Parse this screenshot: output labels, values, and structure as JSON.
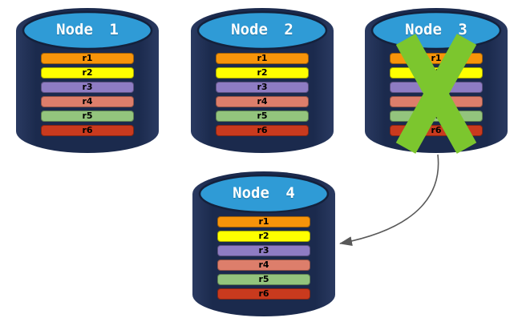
{
  "diagram": {
    "nodes": [
      {
        "label": "Node 1",
        "failed": false,
        "rows": [
          {
            "label": "r1",
            "color": "#F7940A"
          },
          {
            "label": "r2",
            "color": "#FEFF00"
          },
          {
            "label": "r3",
            "color": "#8E7CC3"
          },
          {
            "label": "r4",
            "color": "#DD7E6B"
          },
          {
            "label": "r5",
            "color": "#93C47D"
          },
          {
            "label": "r6",
            "color": "#C93A1E"
          }
        ]
      },
      {
        "label": "Node 2",
        "failed": false,
        "rows": [
          {
            "label": "r1",
            "color": "#F7940A"
          },
          {
            "label": "r2",
            "color": "#FEFF00"
          },
          {
            "label": "r3",
            "color": "#8E7CC3"
          },
          {
            "label": "r4",
            "color": "#DD7E6B"
          },
          {
            "label": "r5",
            "color": "#93C47D"
          },
          {
            "label": "r6",
            "color": "#C93A1E"
          }
        ]
      },
      {
        "label": "Node 3",
        "failed": true,
        "rows": [
          {
            "label": "r1",
            "color": "#F7940A"
          },
          {
            "label": "r2",
            "color": "#FEFF00"
          },
          {
            "label": "r3",
            "color": "#8E7CC3"
          },
          {
            "label": "r4",
            "color": "#DD7E6B"
          },
          {
            "label": "r5",
            "color": "#93C47D"
          },
          {
            "label": "r6",
            "color": "#C93A1E"
          }
        ]
      },
      {
        "label": "Node 4",
        "failed": false,
        "rows": [
          {
            "label": "r1",
            "color": "#F7940A"
          },
          {
            "label": "r2",
            "color": "#FEFF00"
          },
          {
            "label": "r3",
            "color": "#8E7CC3"
          },
          {
            "label": "r4",
            "color": "#DD7E6B"
          },
          {
            "label": "r5",
            "color": "#93C47D"
          },
          {
            "label": "r6",
            "color": "#C93A1E"
          }
        ]
      }
    ],
    "arrow": {
      "from_node": "Node 3",
      "to_node": "Node 4",
      "color": "#595959"
    },
    "failure_mark": {
      "node": "Node 3",
      "color": "#7CC62E"
    },
    "colors": {
      "cylinder_body": "#1B2A4D",
      "cylinder_top": "#2F9BD6",
      "cylinder_outline": "#14213C",
      "node_label": "#FFFFFF",
      "row_label": "#000000",
      "background": "#FFFFFF"
    }
  }
}
